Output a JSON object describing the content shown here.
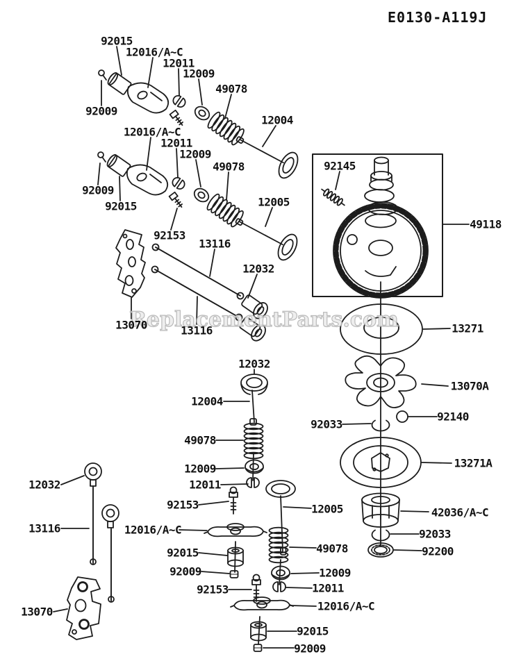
{
  "diagram": {
    "code": "E0130-A119J",
    "watermark": "ReplacementParts.com"
  },
  "callouts": [
    {
      "text": "92015"
    },
    {
      "text": "12016/A~C"
    },
    {
      "text": "12011"
    },
    {
      "text": "12009"
    },
    {
      "text": "49078"
    },
    {
      "text": "12004"
    },
    {
      "text": "92009"
    },
    {
      "text": "12016/A~C"
    },
    {
      "text": "12011"
    },
    {
      "text": "12009"
    },
    {
      "text": "49078"
    },
    {
      "text": "92009"
    },
    {
      "text": "92015"
    },
    {
      "text": "12005"
    },
    {
      "text": "92153"
    },
    {
      "text": "13116"
    },
    {
      "text": "12032"
    },
    {
      "text": "92145"
    },
    {
      "text": "49118"
    },
    {
      "text": "13070"
    },
    {
      "text": "13116"
    },
    {
      "text": "12032"
    },
    {
      "text": "12004"
    },
    {
      "text": "49078"
    },
    {
      "text": "12009"
    },
    {
      "text": "12011"
    },
    {
      "text": "92153"
    },
    {
      "text": "13271"
    },
    {
      "text": "13070A"
    },
    {
      "text": "92140"
    },
    {
      "text": "92033"
    },
    {
      "text": "13271A"
    },
    {
      "text": "42036/A~C"
    },
    {
      "text": "92033"
    },
    {
      "text": "92200"
    },
    {
      "text": "12005"
    },
    {
      "text": "49078"
    },
    {
      "text": "12009"
    },
    {
      "text": "12011"
    },
    {
      "text": "92153"
    },
    {
      "text": "12016/A~C"
    },
    {
      "text": "92015"
    },
    {
      "text": "92009"
    },
    {
      "text": "12016/A~C"
    },
    {
      "text": "92015"
    },
    {
      "text": "92009"
    },
    {
      "text": "12032"
    },
    {
      "text": "13116"
    },
    {
      "text": "13070"
    }
  ]
}
